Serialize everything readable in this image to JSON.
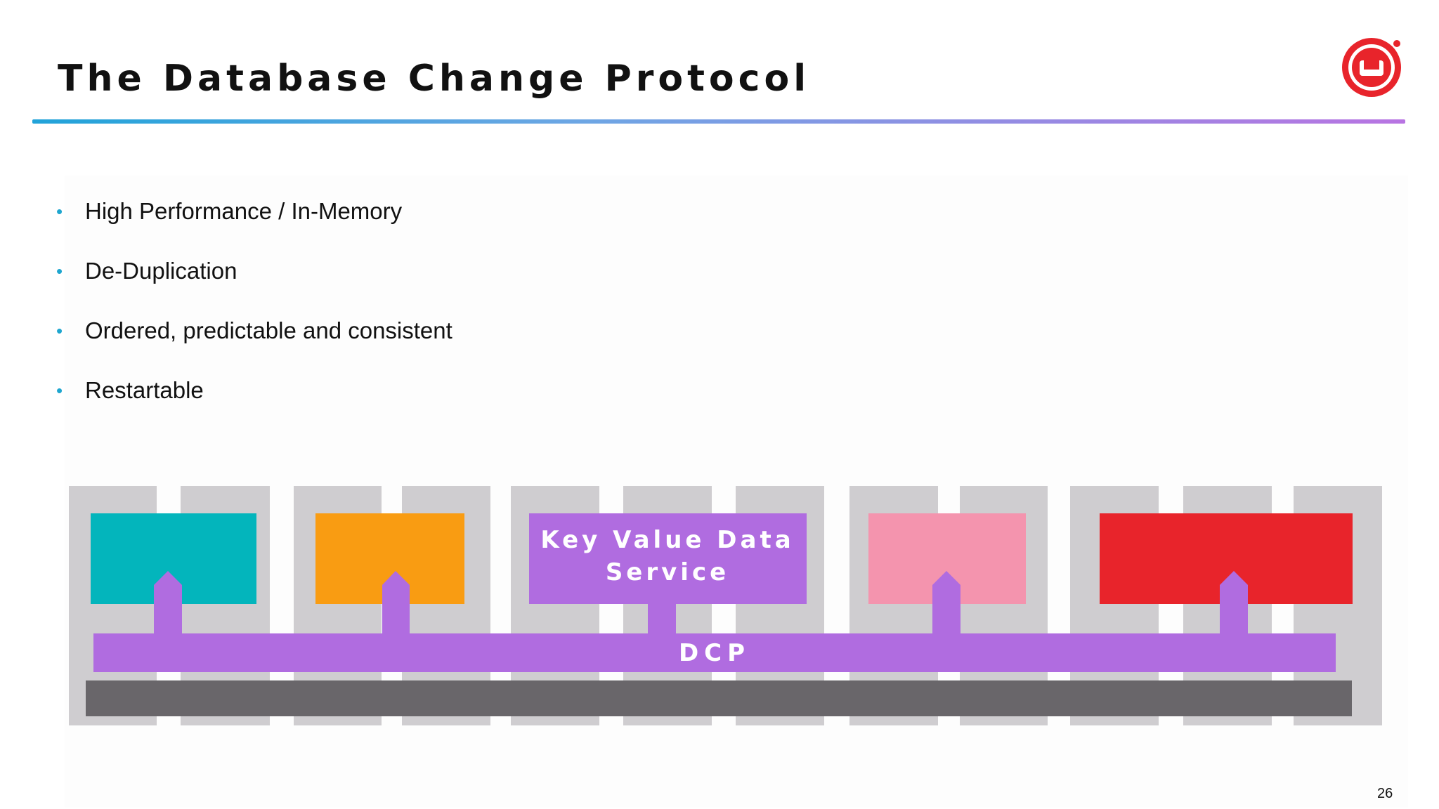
{
  "slide": {
    "title": "The Database Change Protocol",
    "page_number": "26"
  },
  "bullets": [
    "High Performance / In-Memory",
    "De-Duplication",
    "Ordered, predictable and consistent",
    "Restartable"
  ],
  "diagram": {
    "services": [
      {
        "label": "",
        "color": "#03b5bc",
        "arrow": "up"
      },
      {
        "label": "",
        "color": "#f99c12",
        "arrow": "up"
      },
      {
        "label": "Key Value Data\nService",
        "color": "#b06ce0",
        "arrow": "down"
      },
      {
        "label": "",
        "color": "#f494ae",
        "arrow": "up"
      },
      {
        "label": "",
        "color": "#e8242b",
        "arrow": "up"
      }
    ],
    "bus_label": "DCP",
    "colors": {
      "bus": "#b06ce0",
      "node_columns": "#cfcdd0",
      "base_bar": "#69666a",
      "accent_rule_start": "#21a3d9",
      "accent_rule_end": "#b874e2",
      "bullet": "#1fa6cf",
      "logo": "#e8242b"
    }
  }
}
